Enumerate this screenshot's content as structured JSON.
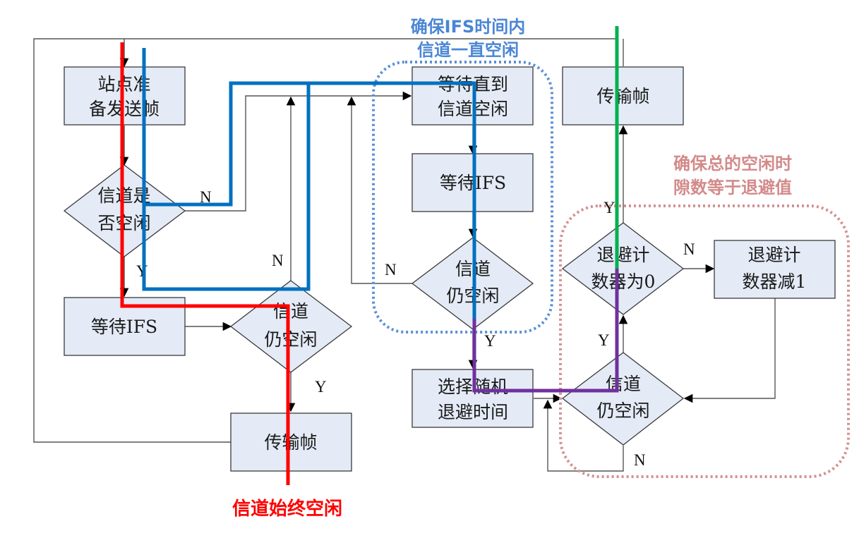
{
  "nodes": {
    "station_ready": [
      "站点准",
      "备发送帧"
    ],
    "channel_idle_q": [
      "信道是",
      "否空闲"
    ],
    "wait_ifs_1": [
      "等待IFS"
    ],
    "still_idle_1": [
      "信道",
      "仍空闲"
    ],
    "transmit_1": [
      "传输帧"
    ],
    "wait_until_idle": [
      "等待直到",
      "信道空闲"
    ],
    "wait_ifs_2": [
      "等待IFS"
    ],
    "still_idle_2": [
      "信道",
      "仍空闲"
    ],
    "select_backoff": [
      "选择随机",
      "退避时间"
    ],
    "transmit_2": [
      "传输帧"
    ],
    "counter_zero_q": [
      "退避计",
      "数器为0"
    ],
    "counter_dec": [
      "退避计",
      "数器减1"
    ],
    "still_idle_3": [
      "信道",
      "仍空闲"
    ]
  },
  "edge_labels": {
    "yes": "Y",
    "no": "N"
  },
  "annotations": {
    "always_idle": "信道始终空闲",
    "ifs_idle": [
      "确保IFS时间内",
      "信道一直空闲"
    ],
    "backoff_slots": [
      "确保总的空闲时",
      "隙数等于退避值"
    ]
  },
  "colors": {
    "red_path": "#ff0000",
    "blue_path": "#0070c0",
    "green_path": "#00b050",
    "purple_path": "#7030a0",
    "ifs_note": "#4a86d4",
    "backoff_note": "#d48a8a",
    "box_fill": "#e4ebf6"
  }
}
